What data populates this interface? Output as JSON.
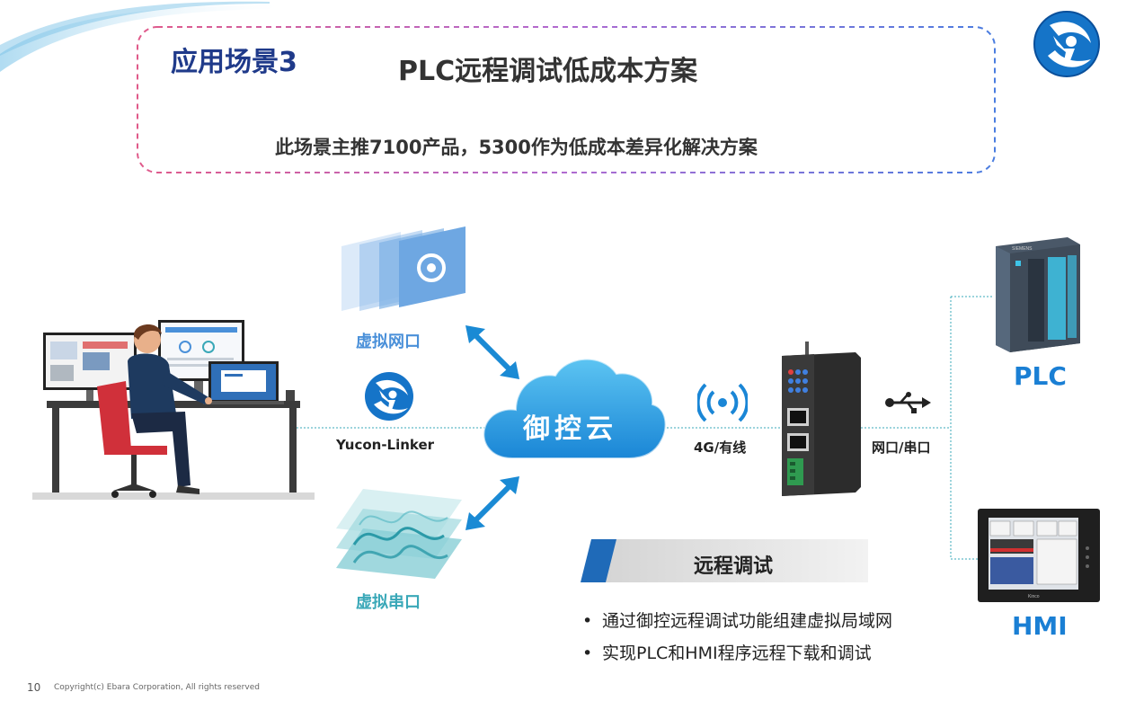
{
  "header": {
    "scenario_label": "应用场景3",
    "title": "PLC远程调试低成本方案",
    "subtitle": "此场景主推7100产品，5300作为低成本差异化解决方案"
  },
  "diagram": {
    "virtual_lan": "虚拟网口",
    "virtual_serial": "虚拟串口",
    "client_app": "Yucon-Linker",
    "cloud": "御控云",
    "uplink": "4G/有线",
    "downlink": "网口/串口",
    "plc": "PLC",
    "hmi": "HMI"
  },
  "remote_debug": {
    "title": "远程调试",
    "bullets": [
      "通过御控远程调试功能组建虚拟局域网",
      "实现PLC和HMI程序远程下载和调试"
    ]
  },
  "footer": {
    "page_number": "10",
    "copyright": "Copyright(c) Ebara Corporation, All rights reserved"
  },
  "colors": {
    "title_blue": "#1f3a8a",
    "accent_blue": "#1a7fd4",
    "cloud_blue": "#2a9be0",
    "teal": "#3aa8b8",
    "frame_pink": "#e05a8a",
    "frame_blue": "#4a7de0"
  },
  "icons": [
    "company-logo-icon",
    "monitor-icon",
    "person-icon",
    "chair-icon",
    "yucon-linker-icon",
    "cloud-icon",
    "wireless-signal-icon",
    "gateway-device-icon",
    "usb-icon",
    "plc-device-icon",
    "hmi-panel-icon",
    "bidirectional-arrow-icon"
  ]
}
